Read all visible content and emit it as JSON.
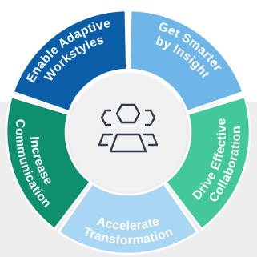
{
  "wheel": {
    "segments": [
      {
        "line1": "Enable Adaptive",
        "line2": "Workstyles",
        "color": "#0b5ea8"
      },
      {
        "line1": "Get Smarter",
        "line2": "by Insight",
        "color": "#6fb6e8"
      },
      {
        "line1": "Drive Effective",
        "line2": "Collaboration",
        "color": "#43c89a"
      },
      {
        "line1": "Accelerate",
        "line2": "Transformation",
        "color": "#a9d6f2"
      },
      {
        "line1": "Increase",
        "line2": "Communication",
        "color": "#0e8f6e"
      }
    ],
    "hub": {
      "icon": "team-people-icon",
      "fill": "#f1f1f1",
      "stroke_color": "#2f3b4a"
    },
    "background_band_color": "#eeeeee"
  }
}
